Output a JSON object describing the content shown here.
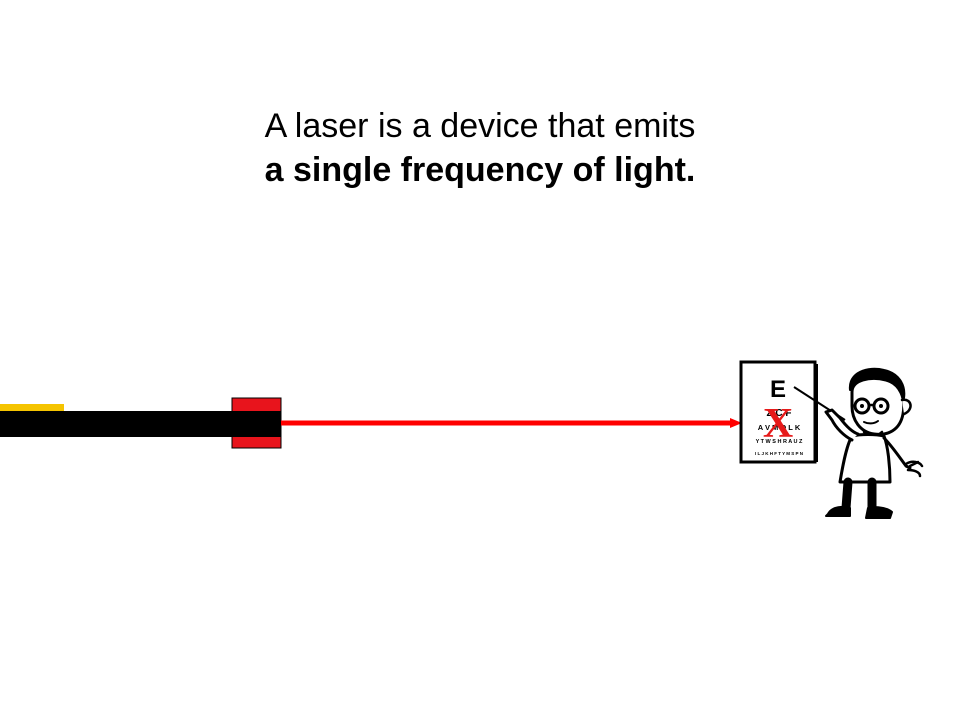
{
  "slide": {
    "title_line1": "A laser is a device that emits",
    "title_line2": "a single frequency of light."
  },
  "eye_chart": {
    "row1": "E",
    "row2": "Z C F",
    "row3": "A V M O L K",
    "row4": "Y T W S H R A U Z",
    "row5": "I L J K H F T Y M S P N"
  },
  "mark": "X",
  "colors": {
    "laser_beam": "#ff0000",
    "laser_body": "#000000",
    "laser_tip": "#e8141c",
    "laser_stripe": "#f5c400",
    "mark": "#e61a1a"
  }
}
